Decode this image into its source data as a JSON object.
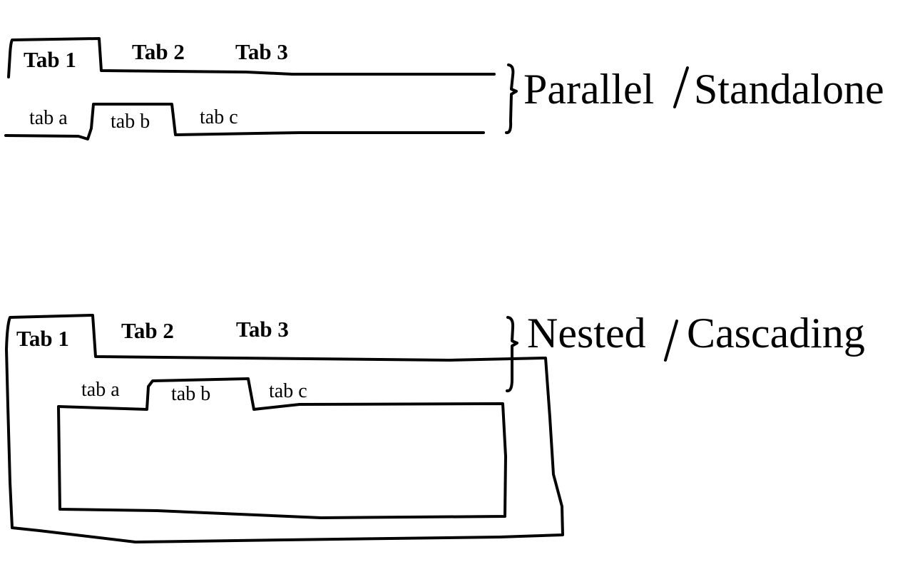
{
  "parallel": {
    "label_left": "Parallel",
    "label_right": "Standalone",
    "top_tabs": [
      "Tab 1",
      "Tab 2",
      "Tab 3"
    ],
    "sub_tabs": [
      "tab a",
      "tab b",
      "tab c"
    ]
  },
  "nested": {
    "label_left": "Nested",
    "label_right": "Cascading",
    "top_tabs": [
      "Tab 1",
      "Tab 2",
      "Tab 3"
    ],
    "sub_tabs": [
      "tab a",
      "tab b",
      "tab c"
    ]
  }
}
